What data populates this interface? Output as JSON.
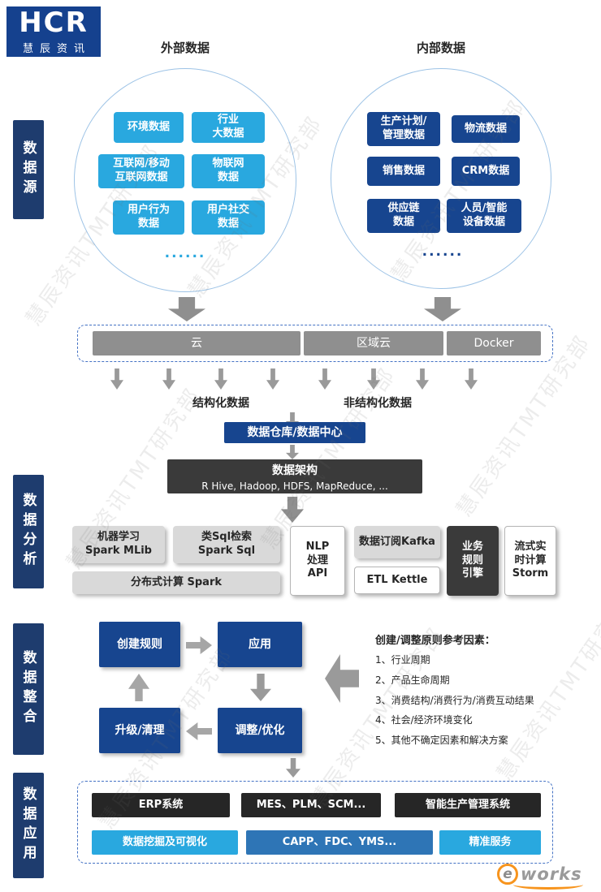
{
  "logo": {
    "text": "HCR",
    "subtext": "慧辰资讯"
  },
  "watermark": {
    "text": "慧辰资讯TMT研究部"
  },
  "sections": {
    "source": "数据源",
    "analysis": "数据分析",
    "integration": "数据整合",
    "application": "数据应用"
  },
  "external": {
    "title": "外部数据",
    "items": [
      "环境数据",
      "行业\n大数据",
      "互联网/移动\n互联网数据",
      "物联网\n数据",
      "用户行为\n数据",
      "用户社交\n数据"
    ],
    "ellipsis": "......"
  },
  "internal": {
    "title": "内部数据",
    "items": [
      "生产计划/\n管理数据",
      "物流数据",
      "销售数据",
      "CRM数据",
      "供应链\n数据",
      "人员/智能\n设备数据"
    ],
    "ellipsis": "......"
  },
  "platform": {
    "items": [
      "云",
      "区域云",
      "Docker"
    ]
  },
  "data_types": {
    "structured": "结构化数据",
    "unstructured": "非结构化数据"
  },
  "warehouse": {
    "label": "数据仓库/数据中心"
  },
  "architecture": {
    "title": "数据架构",
    "subtitle": "R Hive, Hadoop, HDFS, MapReduce, ..."
  },
  "analysis": {
    "ml": "机器学习\nSpark MLib",
    "sql": "类Sql检索\nSpark Sql",
    "distributed": "分布式计算 Spark",
    "nlp": "NLP\n处理\nAPI",
    "kafka": "数据订阅Kafka",
    "etl": "ETL  Kettle",
    "rule_engine": "业务\n规则\n引擎",
    "storm": "流式实\n时计算\nStorm"
  },
  "integration": {
    "create": "创建规则",
    "apply": "应用",
    "upgrade": "升级/清理",
    "adjust": "调整/优化",
    "factors_title": "创建/调整原则参考因素：",
    "factors": [
      "1、行业周期",
      "2、产品生命周期",
      "3、消费结构/消费行为/消费互动结果",
      "4、社会/经济环境变化",
      "5、其他不确定因素和解决方案"
    ]
  },
  "application": {
    "row1": [
      "ERP系统",
      "MES、PLM、SCM...",
      "智能生产管理系统"
    ],
    "row2": [
      "数据挖掘及可视化",
      "CAPP、FDC、YMS...",
      "精准服务"
    ]
  },
  "footer_logo": {
    "letter": "e",
    "name": "works"
  },
  "colors": {
    "cyan": "#29a8df",
    "navy": "#17458f",
    "dark_gray_box": "#3a3a3a",
    "gray_bar": "#8f8f8f",
    "label_navy": "#1e3c6e",
    "black_box": "#262626",
    "mid_blue": "#2e75b6",
    "logo_blue": "#15418e",
    "eworks_orange": "#f7941d"
  }
}
